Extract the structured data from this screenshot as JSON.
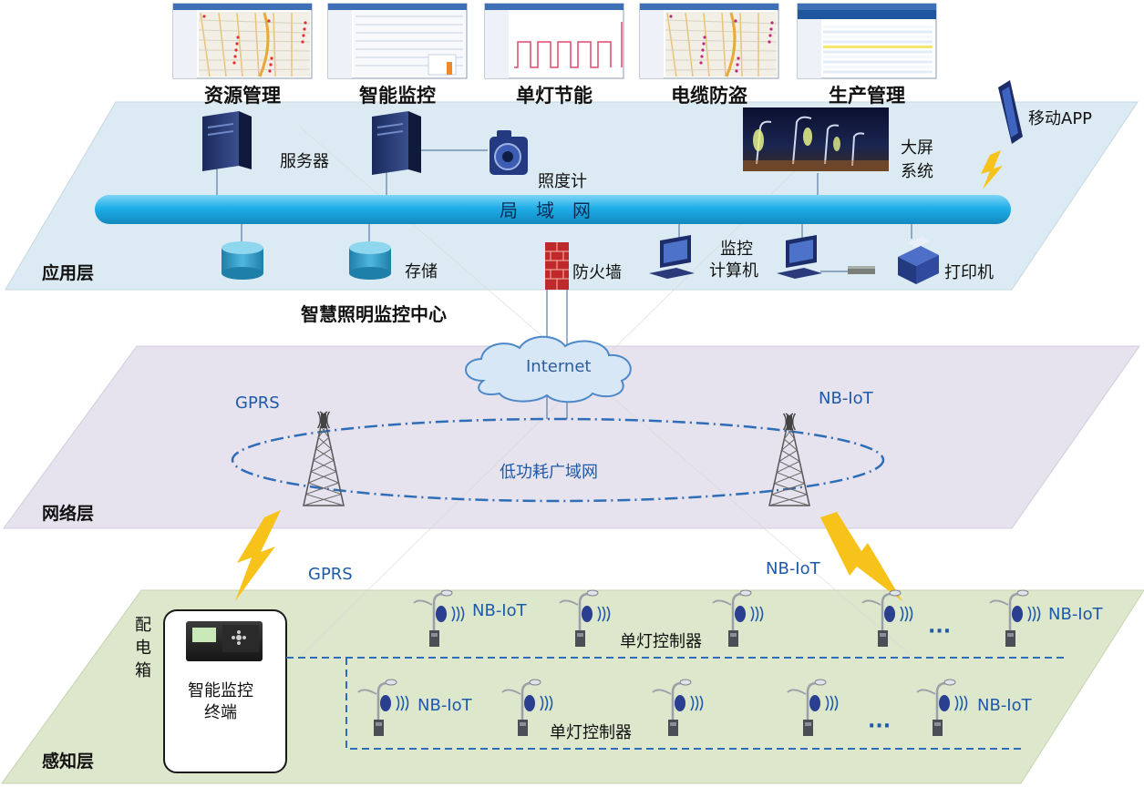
{
  "top_apps": [
    {
      "label": "资源管理",
      "kind": "map"
    },
    {
      "label": "智能监控",
      "kind": "grid"
    },
    {
      "label": "单灯节能",
      "kind": "chart"
    },
    {
      "label": "电缆防盗",
      "kind": "map2"
    },
    {
      "label": "生产管理",
      "kind": "table"
    }
  ],
  "app_layer": {
    "name": "应用层",
    "lan_label": "局　域　网",
    "server_label": "服务器",
    "lux_meter_label": "照度计",
    "storage_label": "存储",
    "firewall_label": "防火墙",
    "monitor_pc_label_1": "监控",
    "monitor_pc_label_2": "计算机",
    "printer_label": "打印机",
    "big_screen_label_1": "大屏",
    "big_screen_label_2": "系统",
    "mobile_app_label": "移动APP",
    "center_label": "智慧照明监控中心"
  },
  "network_layer": {
    "name": "网络层",
    "internet_label": "Internet",
    "gprs_label": "GPRS",
    "nbiot_label": "NB-IoT",
    "lpwan_label": "低功耗广域网"
  },
  "sensing_layer": {
    "name": "感知层",
    "gprs_link_label": "GPRS",
    "nbiot_link_label": "NB-IoT",
    "cabinet_label_chars": [
      "配",
      "电",
      "箱"
    ],
    "terminal_label_1": "智能监控",
    "terminal_label_2": "终端",
    "row1_nbiot_left": "NB-IoT",
    "row1_nbiot_right": "NB-IoT",
    "row1_controller_label": "单灯控制器",
    "row2_nbiot_left": "NB-IoT",
    "row2_nbiot_right": "NB-IoT",
    "row2_controller_label": "单灯控制器",
    "ellipsis": "···"
  },
  "colors": {
    "app_plane": "#dcebf3",
    "net_plane": "#e6e2ee",
    "sense_plane": "#dde7cc",
    "lan_bar": "#1eaee8",
    "label_blue": "#1f5aa6",
    "dash_blue": "#2e6db8",
    "bolt": "#f7c21a"
  }
}
